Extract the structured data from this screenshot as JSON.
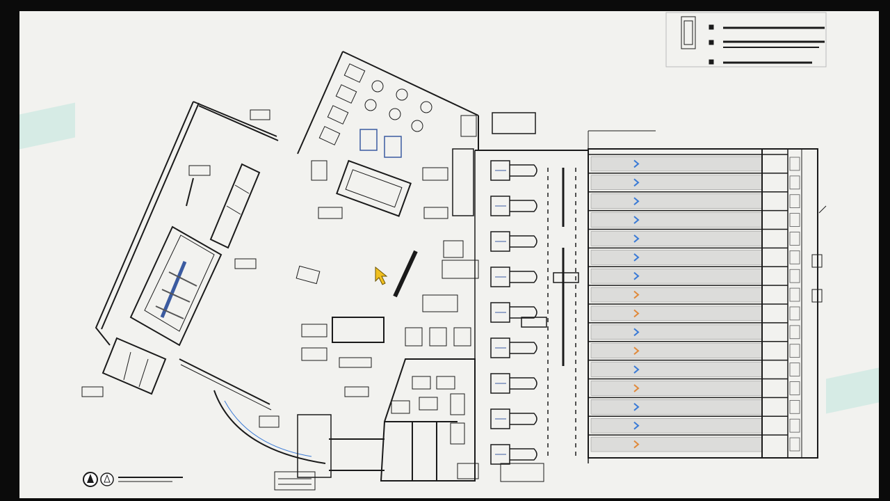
{
  "drawing": {
    "title_block_lines": [
      "",
      "",
      ""
    ],
    "north_label": "",
    "scale_label": ""
  },
  "colors": {
    "background": "#0b0b0b",
    "sheet": "#f2f2ef",
    "linework": "#1a1a1a",
    "accent": "#bfe6dc",
    "marker_blue": "#3b7bd6",
    "marker_orange": "#e08a3c",
    "cursor": "#f0c020"
  },
  "icons": {
    "north_arrow": "north-arrow-icon",
    "scale_symbol": "scale-circle-icon",
    "pointer": "mouse-pointer-icon"
  },
  "lanes": {
    "count": 16,
    "marker_colors": [
      "blue",
      "blue",
      "blue",
      "blue",
      "blue",
      "blue",
      "blue",
      "orange",
      "orange",
      "blue",
      "orange",
      "blue",
      "orange",
      "blue",
      "blue",
      "orange"
    ]
  }
}
